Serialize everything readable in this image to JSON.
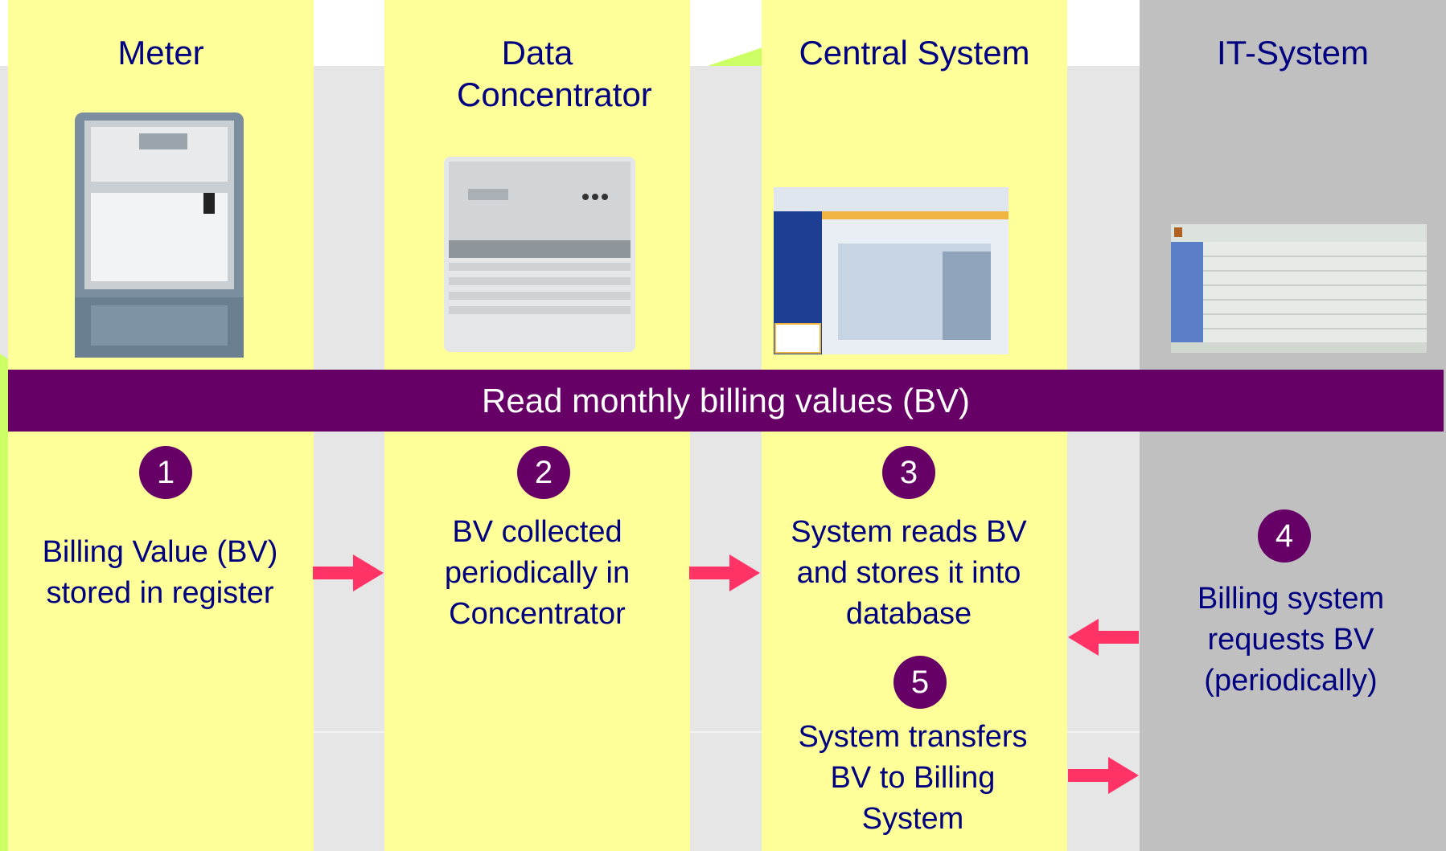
{
  "columns": [
    {
      "title": "Meter"
    },
    {
      "title": "Data Concentrator"
    },
    {
      "title": "Central System"
    },
    {
      "title": "IT-System"
    }
  ],
  "band": {
    "label": "Read monthly billing values (BV)"
  },
  "steps": [
    {
      "num": "1",
      "text": "Billing Value (BV) stored in register"
    },
    {
      "num": "2",
      "text": "BV collected periodically in Concentrator"
    },
    {
      "num": "3",
      "text": "System reads BV and stores it into database"
    },
    {
      "num": "4",
      "text": "Billing system requests BV (periodically)"
    },
    {
      "num": "5",
      "text": "System transfers BV to Billing System"
    }
  ],
  "colors": {
    "column_yellow": "#ffff99",
    "column_grey": "#c0c0c0",
    "background_grey": "#e6e6e6",
    "accent_purple": "#660066",
    "text_navy": "#000080",
    "arrow_pink": "#ff3366",
    "decor_green": "#ccff66"
  },
  "icons": [
    "electricity-meter-photo",
    "data-concentrator-photo",
    "central-system-screenshot",
    "it-system-screenshot",
    "arrow-right-icon",
    "arrow-left-icon"
  ]
}
